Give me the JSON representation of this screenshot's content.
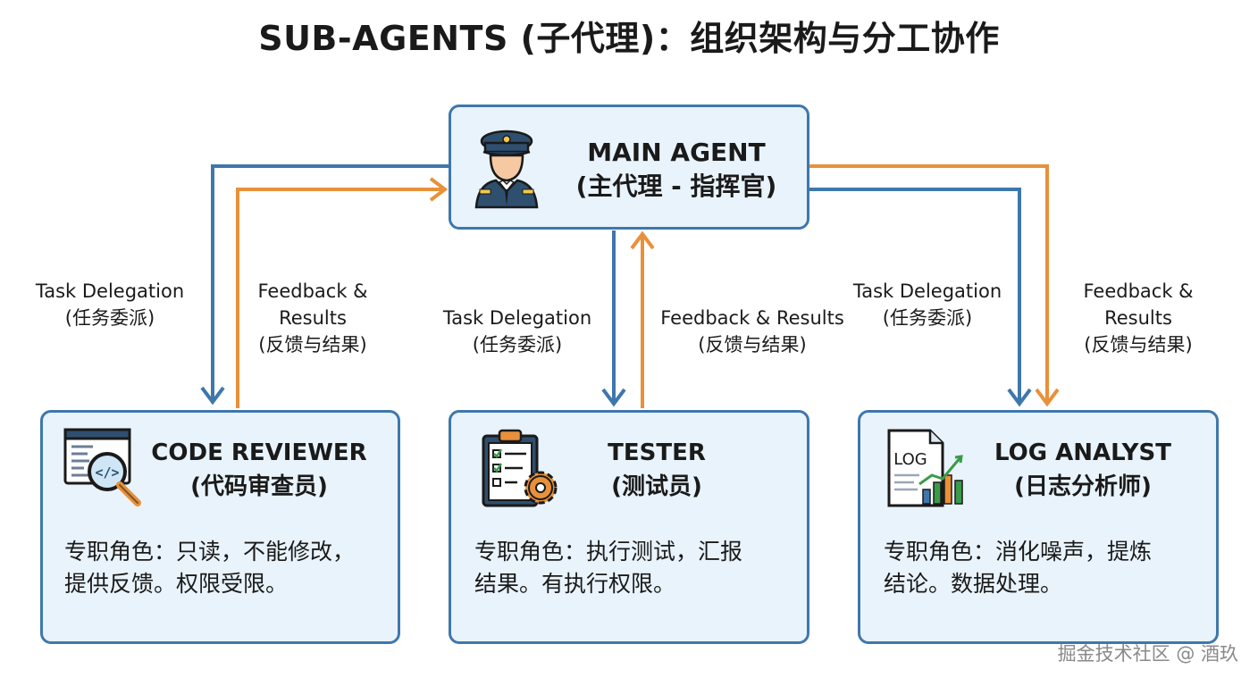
{
  "title": "SUB-AGENTS (子代理)：组织架构与分工协作",
  "main_agent": {
    "name": "MAIN AGENT",
    "subtitle": "(主代理 - 指挥官)",
    "icon": "officer-icon"
  },
  "agents": [
    {
      "name": "CODE REVIEWER",
      "subtitle": "(代码审查员)",
      "icon": "code-magnifier-icon",
      "role_line1": "专职角色：只读，不能修改，",
      "role_line2": "提供反馈。权限受限。"
    },
    {
      "name": "TESTER",
      "subtitle": "(测试员)",
      "icon": "checklist-gear-icon",
      "role_line1": "专职角色：执行测试，汇报",
      "role_line2": "结果。有执行权限。"
    },
    {
      "name": "LOG ANALYST",
      "subtitle": "(日志分析师)",
      "icon": "log-chart-icon",
      "role_line1": "专职角色：消化噪声，提炼",
      "role_line2": "结论。数据处理。"
    }
  ],
  "flows": {
    "left": {
      "delegation": [
        "Task Delegation",
        "(任务委派)"
      ],
      "feedback": [
        "Feedback &",
        "Results",
        "(反馈与结果)"
      ]
    },
    "center": {
      "delegation": [
        "Task Delegation",
        "(任务委派)"
      ],
      "feedback": [
        "Feedback & Results",
        "(反馈与结果)"
      ]
    },
    "right": {
      "delegation": [
        "Task Delegation",
        "(任务委派)"
      ],
      "feedback": [
        "Feedback &",
        "Results",
        "(反馈与结果)"
      ]
    }
  },
  "colors": {
    "delegation": "#3f77ad",
    "feedback": "#e8913a",
    "box_fill": "#e9f3fb",
    "box_border": "#3f77ad"
  },
  "watermark": "掘金技术社区 @ 酒玖"
}
